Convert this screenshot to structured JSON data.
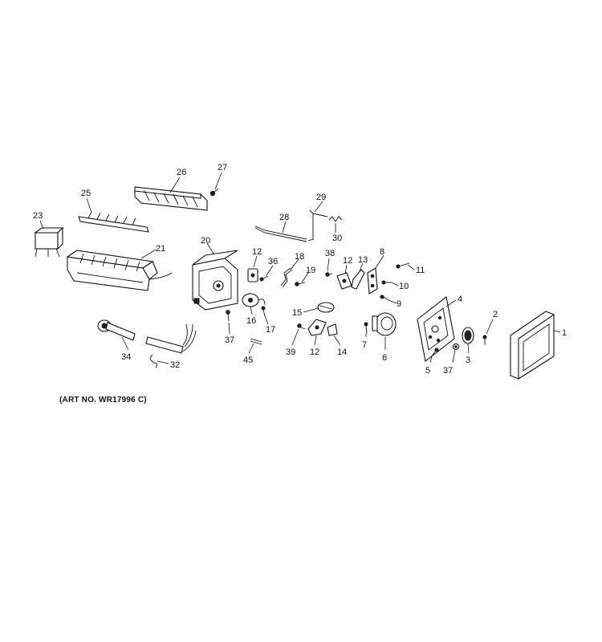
{
  "caption": "(ART NO. WR17996 C)",
  "callouts": [
    "1",
    "2",
    "3",
    "4",
    "5",
    "6",
    "7",
    "8",
    "9",
    "10",
    "11",
    "12",
    "13",
    "14",
    "15",
    "16",
    "17",
    "18",
    "19",
    "20",
    "21",
    "23",
    "25",
    "26",
    "27",
    "28",
    "29",
    "30",
    "32",
    "34",
    "36",
    "37",
    "38",
    "39",
    "45"
  ],
  "labels": {
    "l1": "1",
    "l2": "2",
    "l3": "3",
    "l4": "4",
    "l5": "5",
    "l6": "6",
    "l7": "7",
    "l8": "8",
    "l9": "9",
    "l10": "10",
    "l11": "11",
    "l12a": "12",
    "l12b": "12",
    "l12c": "12",
    "l13": "13",
    "l14": "14",
    "l15": "15",
    "l16": "16",
    "l17": "17",
    "l18": "18",
    "l19": "19",
    "l20": "20",
    "l21": "21",
    "l23": "23",
    "l25": "25",
    "l26": "26",
    "l27": "27",
    "l28": "28",
    "l29": "29",
    "l30": "30",
    "l32": "32",
    "l34": "34",
    "l36": "36",
    "l37a": "37",
    "l37b": "37",
    "l38": "38",
    "l39": "39",
    "l45": "45"
  }
}
